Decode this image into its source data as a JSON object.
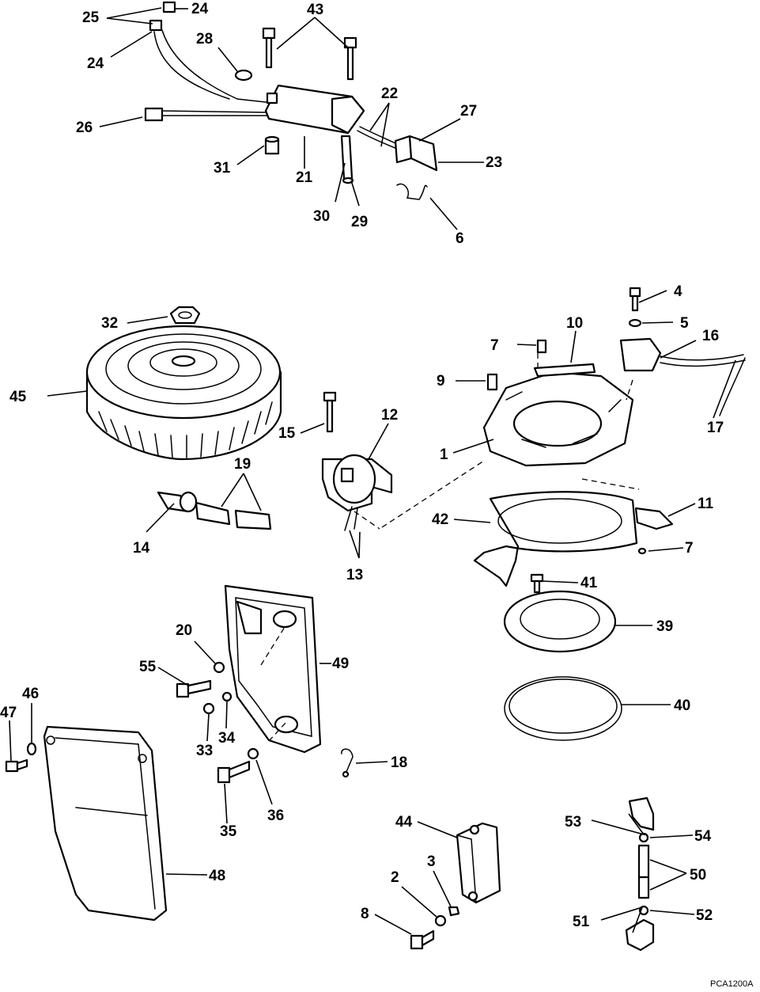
{
  "diagram_code": "PCA1200A",
  "callouts": {
    "p1": "1",
    "p2": "2",
    "p3": "3",
    "p4": "4",
    "p5": "5",
    "p6": "6",
    "p7": "7",
    "p8": "8",
    "p9": "9",
    "p10": "10",
    "p11": "11",
    "p12": "12",
    "p13": "13",
    "p14": "14",
    "p15": "15",
    "p16": "16",
    "p17": "17",
    "p18": "18",
    "p19": "19",
    "p20": "20",
    "p21": "21",
    "p22": "22",
    "p23": "23",
    "p24": "24",
    "p25": "25",
    "p26": "26",
    "p27": "27",
    "p28": "28",
    "p29": "29",
    "p30": "30",
    "p31": "31",
    "p32": "32",
    "p33": "33",
    "p34": "34",
    "p35": "35",
    "p36": "36",
    "p39": "39",
    "p40": "40",
    "p41": "41",
    "p42": "42",
    "p43": "43",
    "p44": "44",
    "p45": "45",
    "p46": "46",
    "p47": "47",
    "p48": "48",
    "p49": "49",
    "p50": "50",
    "p51": "51",
    "p52": "52",
    "p53": "53",
    "p54": "54",
    "p55": "55"
  }
}
